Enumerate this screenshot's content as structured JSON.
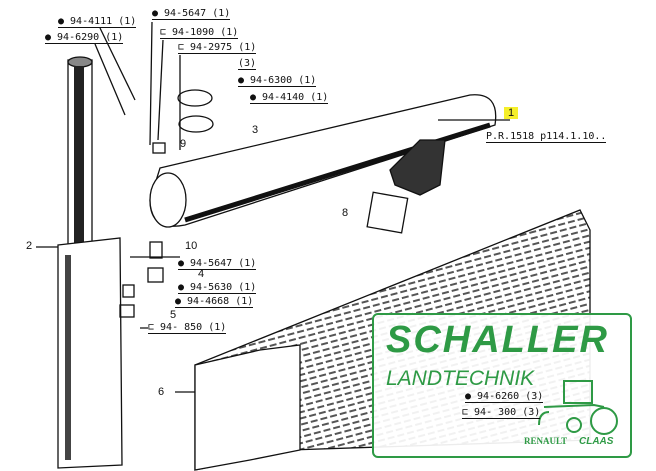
{
  "parts": {
    "p4111": "● 94-4111 (1)",
    "p6290": "● 94-6290 (1)",
    "p5647a": "● 94-5647 (1)",
    "p1090": "⊏ 94-1090 (1)",
    "p2975": "⊏ 94-2975 (1)",
    "p3": "(3)",
    "p6300": "● 94-6300 (1)",
    "p4140": "● 94-4140 (1)",
    "ref": "P.R.1518 p114.1.10..",
    "p5647b": "● 94-5647 (1)",
    "p5630": "● 94-5630 (1)",
    "p4668": "● 94-4668 (1)",
    "p850": "⊏ 94- 850 (1)",
    "p6260": "● 94-6260 (3)",
    "p300": "⊏ 94- 300 (3)"
  },
  "callouts": {
    "c1": "1",
    "c2": "2",
    "c3": "3",
    "c4": "4",
    "c5": "5",
    "c6": "6",
    "c8": "8",
    "c9": "9",
    "c10": "10"
  },
  "watermark": {
    "name": "SCHALLER",
    "sub": "LANDTECHNIK",
    "brand1": "RENAULT",
    "brand2": "CLAAS",
    "color": "#2e9a45"
  },
  "highlight_color": "#f5ef2a"
}
